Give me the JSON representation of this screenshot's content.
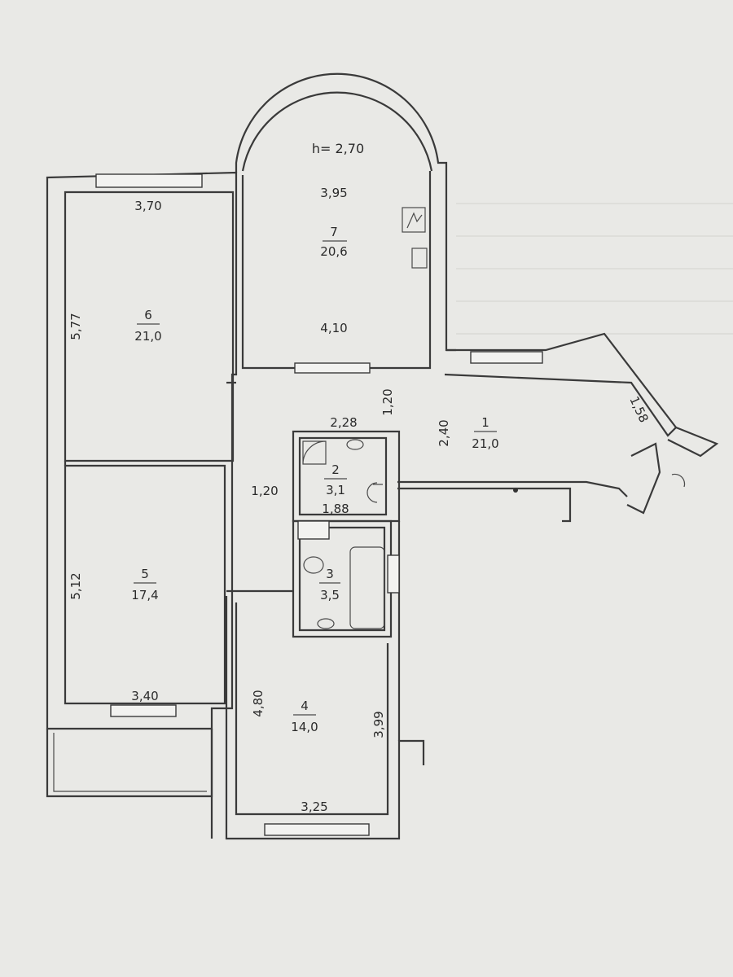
{
  "ceiling_height": "h= 2,70",
  "rooms": [
    {
      "number": "1",
      "area": "21,0"
    },
    {
      "number": "2",
      "area": "3,1"
    },
    {
      "number": "3",
      "area": "3,5"
    },
    {
      "number": "4",
      "area": "14,0"
    },
    {
      "number": "5",
      "area": "17,4"
    },
    {
      "number": "6",
      "area": "21,0"
    },
    {
      "number": "7",
      "area": "20,6"
    }
  ],
  "dimensions": {
    "r7_top": "3,95",
    "r7_bottom": "4,10",
    "r6_top": "3,70",
    "r6_side": "5,77",
    "r5_side": "5,12",
    "r5_bottom": "3,40",
    "r4_side": "4,80",
    "r4_right": "3,99",
    "r4_bottom": "3,25",
    "hall_left": "1,20",
    "hall_top": "1,20",
    "hall_2_40": "2,40",
    "r2_top": "2,28",
    "r2_bottom": "1,88",
    "corridor_end": "1,58"
  }
}
